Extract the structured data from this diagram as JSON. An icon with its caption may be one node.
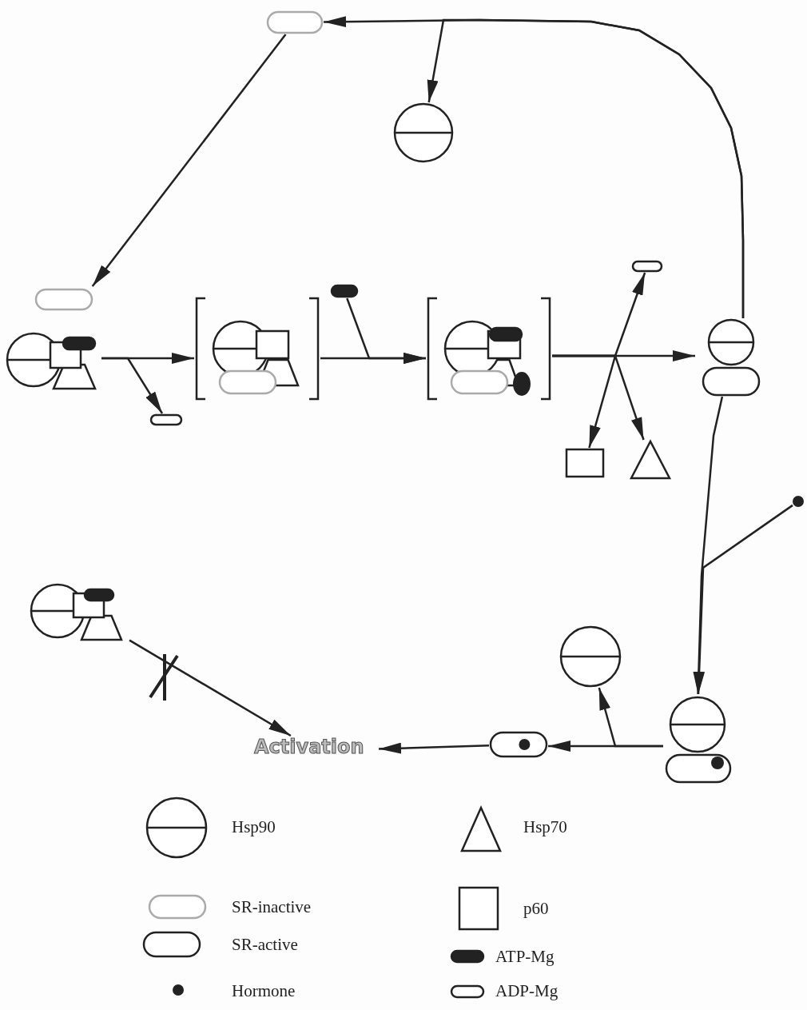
{
  "diagram": {
    "nodes": [
      {
        "text": [],
        "shape": "pill"
      },
      {
        "text": [],
        "shape": "circle"
      },
      {
        "text": [],
        "shape": "picture"
      },
      {
        "text": [],
        "shape": "pill"
      },
      {
        "text": [],
        "shape": "picture"
      },
      {
        "text": [],
        "shape": "pill"
      },
      {
        "text": [],
        "shape": "picture"
      },
      {
        "text": [],
        "shape": "pill"
      },
      {
        "text": [],
        "shape": "box"
      },
      {
        "text": [],
        "shape": "triangle"
      },
      {
        "text": [],
        "shape": "picture"
      },
      {
        "text": [],
        "shape": "dot"
      },
      {
        "text": [],
        "shape": "picture"
      },
      {
        "text": [],
        "shape": "circle"
      },
      {
        "text": [],
        "shape": "pill"
      },
      {
        "text": [
          "Activation"
        ]
      },
      {
        "text": [],
        "shape": "picture"
      }
    ],
    "edges": [
      {
        "from": 10,
        "to": 0,
        "arrow": "to"
      },
      {
        "from": 10,
        "to": 1,
        "arrow": "to"
      },
      {
        "from": 0,
        "to": 2,
        "arrow": "to"
      },
      {
        "from": 2,
        "to": 4,
        "arrow": "to"
      },
      {
        "from": 2,
        "to": 3,
        "arrow": "to"
      },
      {
        "from": 4,
        "to": 6,
        "arrow": "to"
      },
      {
        "from": 5,
        "to": 6,
        "arrow": "to"
      },
      {
        "from": 6,
        "to": 7,
        "arrow": "to"
      },
      {
        "from": 6,
        "to": 10,
        "arrow": "to"
      },
      {
        "from": 6,
        "to": 8,
        "arrow": "to"
      },
      {
        "from": 6,
        "to": 9,
        "arrow": "to"
      },
      {
        "from": 10,
        "to": 12,
        "arrow": "to"
      },
      {
        "from": 11,
        "to": 12,
        "arrow": "to"
      },
      {
        "from": 12,
        "to": 14,
        "arrow": "to"
      },
      {
        "from": 12,
        "to": 13,
        "arrow": "to"
      },
      {
        "from": 14,
        "to": 15,
        "arrow": "to"
      },
      {
        "from": 16,
        "to": 15,
        "arrow": "to"
      }
    ],
    "legend": [
      {
        "text": "Hsp90"
      },
      {
        "text": "Hsp70"
      },
      {
        "text": "SR-inactive"
      },
      {
        "text": "p60"
      },
      {
        "text": "SR-active"
      },
      {
        "text": "ATP-Mg"
      },
      {
        "text": "Hormone"
      },
      {
        "text": "ADP-Mg"
      }
    ]
  }
}
